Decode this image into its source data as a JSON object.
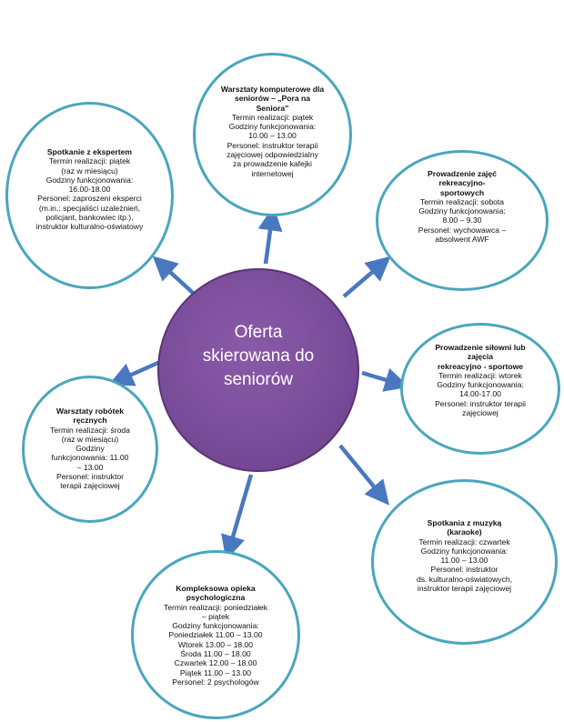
{
  "center": {
    "label": "Oferta\nskierowana do\nseniorów"
  },
  "nodes": {
    "computer": {
      "title": "Warsztaty komputerowe dla\nseniorów – „Pora na\nSeniora”",
      "body": "Termin realizacji: piątek\nGodziny funkcjonowania:\n10.00 – 13.00\nPersonel: instruktor terapii\nzajęciowej odpowiedzialny\nza prowadzenie kafejki\ninternetowej"
    },
    "expert": {
      "title": "Spotkanie z ekspertem",
      "body": "Termin realizacji: piątek\n(raz w miesiącu)\nGodziny funkcjonowania:\n16.00-18.00\nPersonel: zaproszeni eksperci\n(m.in.: specjaliści uzależnień,\npolicjant, bankowiec itp.),\ninstruktor kulturalno-oświatowy"
    },
    "recreation": {
      "title": "Prowadzenie zajęć\nrekreacyjno-\nsportowych",
      "body": "Termin realizacji: sobota\nGodziny funkcjonowania:\n8.00 – 9.30\nPersonel: wychowawca –\nabsolwent AWF"
    },
    "gym": {
      "title": "Prowadzenie siłowni lub\nzajęcia\nrekreacyjno - sportowe",
      "body": "Termin realizacji: wtorek\nGodziny funkcjonowania:\n14.00-17.00\nPersonel: instruktor terapii\nzajęciowej"
    },
    "handcraft": {
      "title": "Warsztaty robótek\nręcznych",
      "body": "Termin realizacji: środa\n(raz w miesiącu)\nGodziny\nfunkcjonowania: 11.00\n– 13.00\nPersonel: instruktor\nterapii zajęciowej"
    },
    "music": {
      "title": "Spotkania z muzyką\n(karaoke)",
      "body": "Termin realizacji: czwartek\nGodziny funkcjonowania:\n11.00 – 13.00\nPersonel: instruktor\nds. kulturalno-oświatowych,\ninstruktor terapii zajęciowej"
    },
    "psych": {
      "title": "Kompleksowa opieka\npsychologiczna",
      "body": "Termin realizacji: poniedziałek\n– piątek\nGodziny funkcjonowania:\nPoniedziałek 11.00 – 13.00\nWtorek 13.00 – 18.00\nŚroda 11.00 – 18.00\nCzwartek 12.00 – 18.00\nPiątek 11.00 – 13.00\nPersonel: 2 psychologów"
    }
  },
  "colors": {
    "circle_border": "#4aa6bd",
    "arrow": "#4a78c0",
    "center_fill": "#7a4d9a"
  }
}
